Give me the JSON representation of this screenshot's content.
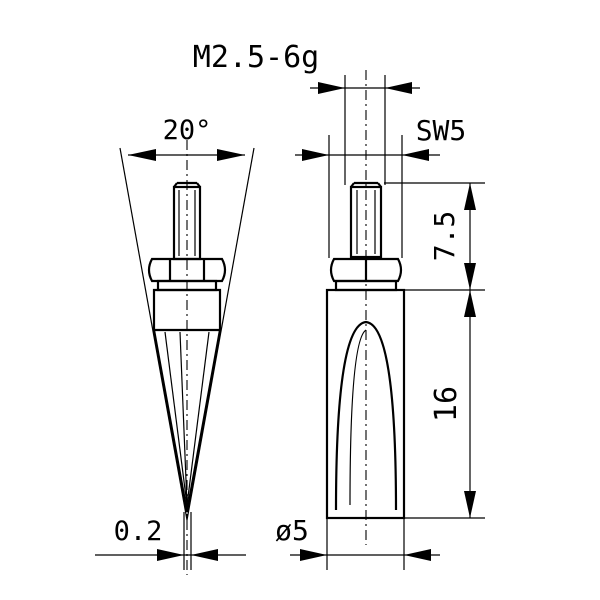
{
  "drawing": {
    "labels": {
      "thread": "M2.5-6g",
      "angle": "20°",
      "wrench": "SW5",
      "length_upper": "7.5",
      "length_lower": "16",
      "tip": "0.2",
      "diameter": "ø5"
    }
  }
}
